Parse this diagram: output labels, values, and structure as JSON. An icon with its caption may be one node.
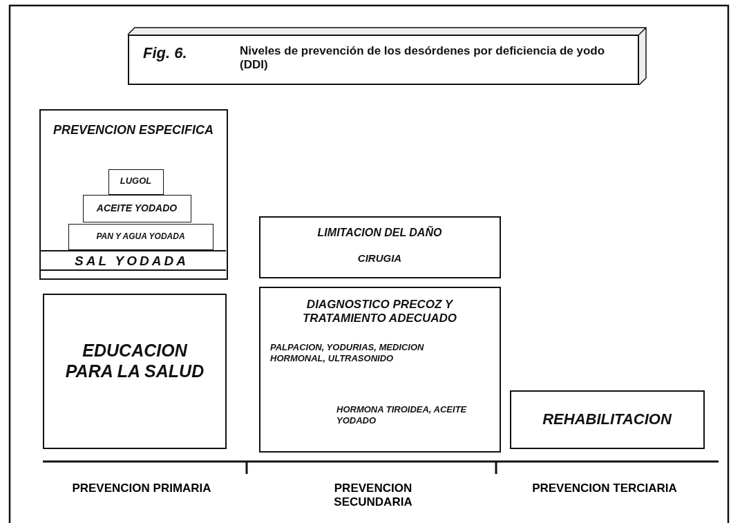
{
  "diagram": {
    "nodes": [
      {
        "text": [
          "Fig. 6.",
          "Niveles de prevención de los desórdenes por deficiencia de yodo (DDI)"
        ]
      },
      {
        "text": [
          "PREVENCION ESPECIFICA"
        ]
      },
      {
        "text": [
          "LUGOL"
        ],
        "in": 1
      },
      {
        "text": [
          "ACEITE YODADO"
        ],
        "in": 1
      },
      {
        "text": [
          "PAN Y AGUA YODADA"
        ],
        "in": 1
      },
      {
        "text": [
          "SAL YODADA"
        ],
        "in": 1
      },
      {
        "text": [
          "EDUCACION PARA LA SALUD"
        ]
      },
      {
        "text": [
          "LIMITACION DEL DAÑO",
          "CIRUGIA"
        ]
      },
      {
        "text": [
          "DIAGNOSTICO PRECOZ Y TRATAMIENTO ADECUADO",
          "PALPACION, YODURIAS, MEDICION HORMONAL, ULTRASONIDO",
          "HORMONA TIROIDEA, ACEITE YODADO"
        ]
      },
      {
        "text": [
          "REHABILITACION"
        ]
      }
    ],
    "labels": [
      "PREVENCION PRIMARIA",
      "PREVENCION SECUNDARIA",
      "PREVENCION TERCIARIA"
    ]
  }
}
